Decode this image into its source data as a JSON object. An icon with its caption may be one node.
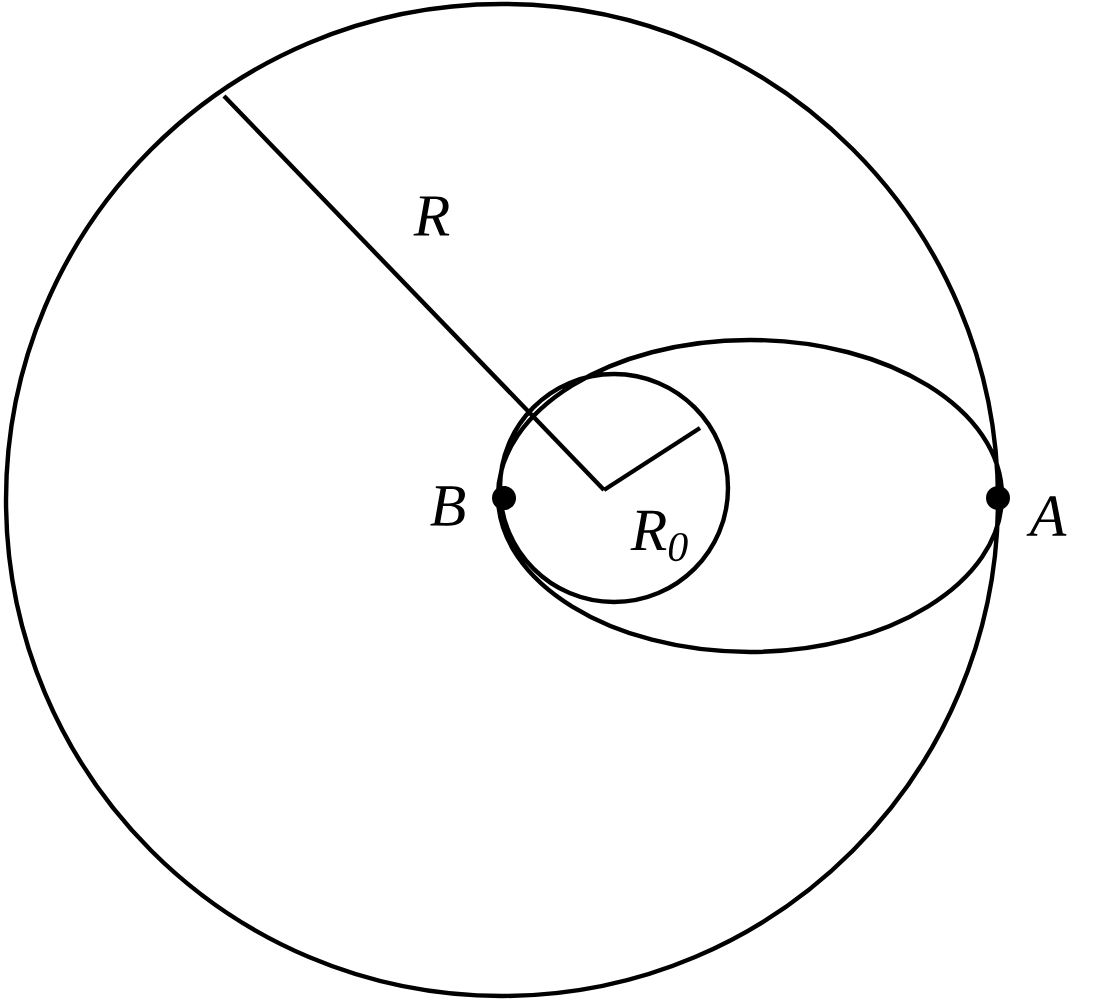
{
  "diagram": {
    "labels": [
      "R",
      "R$_{0}$",
      "B",
      "A"
    ]
  }
}
